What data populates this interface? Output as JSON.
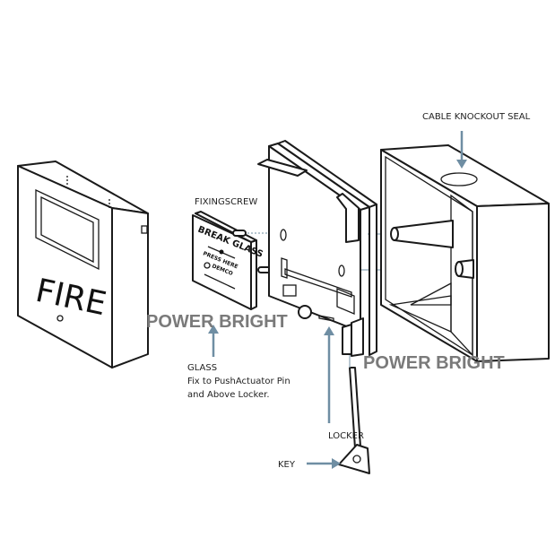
{
  "labels": {
    "cable_knockout_seal": "CABLE KNOCKOUT SEAL",
    "fixing_screw": "FIXINGSCREW",
    "glass": "GLASS",
    "glass_note_1": "Fix to PushActuator Pin",
    "glass_note_2": "and Above Locker.",
    "locker": "LOCKER",
    "key": "KEY"
  },
  "front_cover": {
    "text": "FIRE"
  },
  "glass_panel": {
    "line1": "BREAK GLASS",
    "line2": "PRESS HERE",
    "brand": "DEMCO"
  },
  "watermarks": [
    "POWER BRIGHT",
    "POWER BRIGHT"
  ],
  "colors": {
    "arrow": "#6f8ea3",
    "watermark": "#7a7a7a"
  }
}
